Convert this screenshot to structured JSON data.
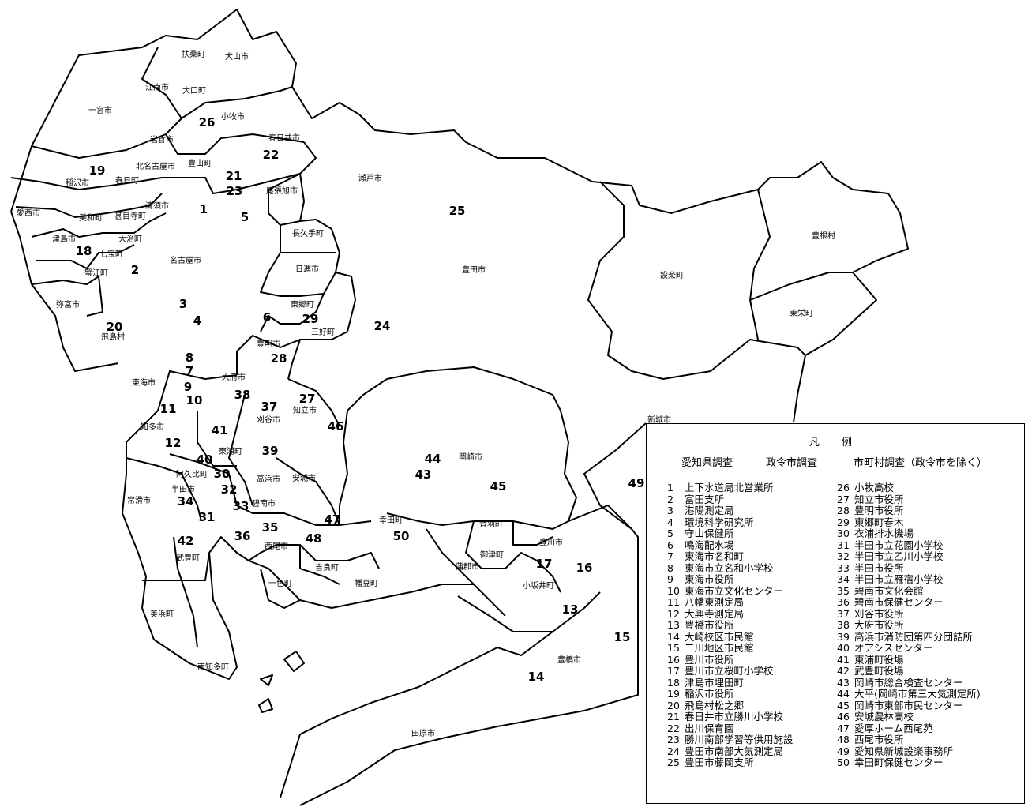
{
  "municipalities": {
    "inuyama": "犬山市",
    "fuso": "扶桑町",
    "konan": "江南市",
    "oguchi": "大口町",
    "ichinomiya": "一宮市",
    "komaki": "小牧市",
    "iwakura": "岩倉市",
    "kasugai": "春日井市",
    "kitanagoya": "北名古屋市",
    "toyoyama": "豊山町",
    "inazawa": "稲沢市",
    "kasuga": "春日町",
    "owariasahi": "尾張旭市",
    "seto": "瀬戸市",
    "aisai": "愛西市",
    "kiyosu": "清須市",
    "miwa": "美和町",
    "jimokuji": "甚目寺町",
    "tsushima": "津島市",
    "oharu": "大治町",
    "shippo": "七宝町",
    "kanie": "蟹江町",
    "nagoya": "名古屋市",
    "nagakute": "長久手町",
    "nisshin": "日進市",
    "toyota": "豊田市",
    "toyone": "豊根村",
    "shitara": "設楽町",
    "toei": "東栄町",
    "yatomi": "弥富市",
    "togo": "東郷町",
    "tobishima": "飛島村",
    "miyoshi": "三好町",
    "toyoake": "豊明市",
    "obu": "大府市",
    "tokai": "東海市",
    "chiryu": "知立市",
    "kariya": "刈谷市",
    "shinshiro": "新城市",
    "chita": "知多市",
    "higashiura": "東浦町",
    "okazaki": "岡崎市",
    "agui": "阿久比町",
    "takahama": "高浜市",
    "anjo": "安城市",
    "handa": "半田市",
    "tokoname": "常滑市",
    "hekinan": "碧南市",
    "kota": "幸田町",
    "otowa": "音羽町",
    "nishio": "西尾市",
    "toyokawa": "豊川市",
    "mito": "御津町",
    "taketoyo": "武豊町",
    "kira": "吉良町",
    "gamagori": "蒲郡市",
    "isshiki": "一色町",
    "hazu": "幡豆町",
    "kosakai": "小坂井町",
    "mihama": "美浜町",
    "toyohashi": "豊橋市",
    "minamichita": "南知多町",
    "tahara": "田原市"
  },
  "site_numbers": [
    "1",
    "2",
    "3",
    "4",
    "5",
    "6",
    "7",
    "8",
    "9",
    "10",
    "11",
    "12",
    "13",
    "14",
    "15",
    "16",
    "17",
    "18",
    "19",
    "20",
    "21",
    "22",
    "23",
    "24",
    "25",
    "26",
    "27",
    "28",
    "29",
    "30",
    "31",
    "32",
    "33",
    "34",
    "35",
    "36",
    "37",
    "38",
    "39",
    "40",
    "41",
    "42",
    "43",
    "44",
    "45",
    "46",
    "47",
    "48",
    "49",
    "50"
  ],
  "legend": {
    "title": "凡 例",
    "categories": [
      "愛知県調査",
      "政令市調査",
      "市町村調査（政令市を除く）"
    ],
    "entries": [
      {
        "no": "1",
        "name": "上下水道局北営業所"
      },
      {
        "no": "2",
        "name": "富田支所"
      },
      {
        "no": "3",
        "name": "港陽測定局"
      },
      {
        "no": "4",
        "name": "環境科学研究所"
      },
      {
        "no": "5",
        "name": "守山保健所"
      },
      {
        "no": "6",
        "name": "鳴海配水場"
      },
      {
        "no": "7",
        "name": "東海市名和町"
      },
      {
        "no": "8",
        "name": "東海市立名和小学校"
      },
      {
        "no": "9",
        "name": "東海市役所"
      },
      {
        "no": "10",
        "name": "東海市立文化センター"
      },
      {
        "no": "11",
        "name": "八幡東測定局"
      },
      {
        "no": "12",
        "name": "大興寺測定局"
      },
      {
        "no": "13",
        "name": "豊橋市役所"
      },
      {
        "no": "14",
        "name": "大崎校区市民館"
      },
      {
        "no": "15",
        "name": "二川地区市民館"
      },
      {
        "no": "16",
        "name": "豊川市役所"
      },
      {
        "no": "17",
        "name": "豊川市立桜町小学校"
      },
      {
        "no": "18",
        "name": "津島市埋田町"
      },
      {
        "no": "19",
        "name": "稲沢市役所"
      },
      {
        "no": "20",
        "name": "飛島村松之郷"
      },
      {
        "no": "21",
        "name": "春日井市立勝川小学校"
      },
      {
        "no": "22",
        "name": "出川保育園"
      },
      {
        "no": "23",
        "name": "勝川南部学習等供用施設"
      },
      {
        "no": "24",
        "name": "豊田市南部大気測定局"
      },
      {
        "no": "25",
        "name": "豊田市藤岡支所"
      },
      {
        "no": "26",
        "name": "小牧高校"
      },
      {
        "no": "27",
        "name": "知立市役所"
      },
      {
        "no": "28",
        "name": "豊明市役所"
      },
      {
        "no": "29",
        "name": "東郷町春木"
      },
      {
        "no": "30",
        "name": "衣浦排水機場"
      },
      {
        "no": "31",
        "name": "半田市立花園小学校"
      },
      {
        "no": "32",
        "name": "半田市立乙川小学校"
      },
      {
        "no": "33",
        "name": "半田市役所"
      },
      {
        "no": "34",
        "name": "半田市立雁宿小学校"
      },
      {
        "no": "35",
        "name": "碧南市文化会館"
      },
      {
        "no": "36",
        "name": "碧南市保健センター"
      },
      {
        "no": "37",
        "name": "刈谷市役所"
      },
      {
        "no": "38",
        "name": "大府市役所"
      },
      {
        "no": "39",
        "name": "高浜市消防団第四分団詰所"
      },
      {
        "no": "40",
        "name": "オアシスセンター"
      },
      {
        "no": "41",
        "name": "東浦町役場"
      },
      {
        "no": "42",
        "name": "武豊町役場"
      },
      {
        "no": "43",
        "name": "岡崎市総合検査センター"
      },
      {
        "no": "44",
        "name": "大平(岡崎市第三大気測定所)"
      },
      {
        "no": "45",
        "name": "岡崎市東部市民センター"
      },
      {
        "no": "46",
        "name": "安城農林高校"
      },
      {
        "no": "47",
        "name": "愛厚ホーム西尾苑"
      },
      {
        "no": "48",
        "name": "西尾市役所"
      },
      {
        "no": "49",
        "name": "愛知県新城設楽事務所"
      },
      {
        "no": "50",
        "name": "幸田町保健センター"
      }
    ]
  }
}
